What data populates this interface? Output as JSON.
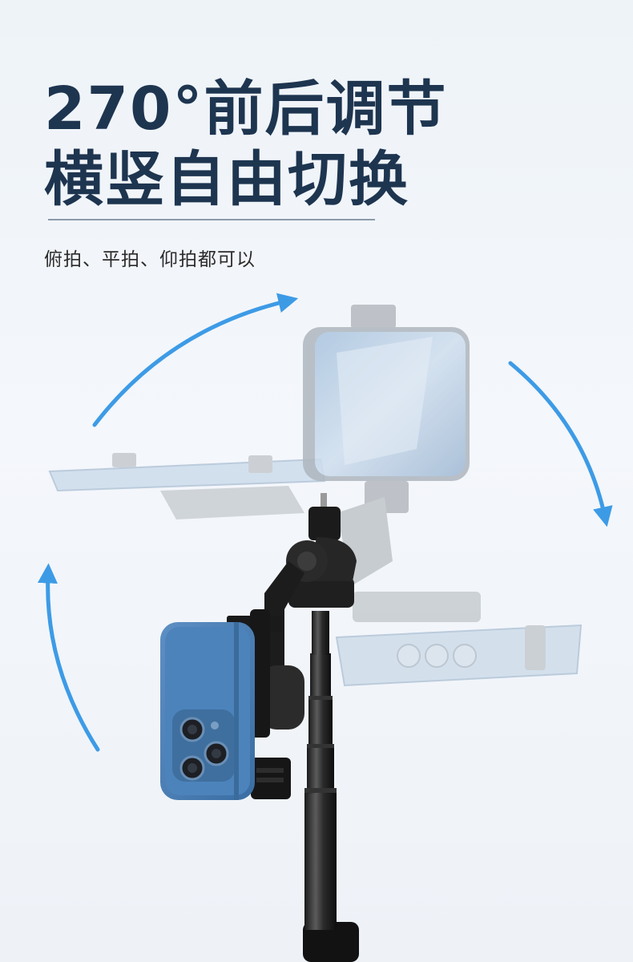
{
  "headline": {
    "line1": "270°前后调节",
    "line2": "横竖自由切换"
  },
  "subtitle": "俯拍、平拍、仰拍都可以",
  "colors": {
    "headline": "#1e3550",
    "arrow": "#3d9be6",
    "phone_blue": "#4a7fb5",
    "ghost_gray": "#b9bec4"
  },
  "icons": [
    "rotation-arrow-icon"
  ]
}
